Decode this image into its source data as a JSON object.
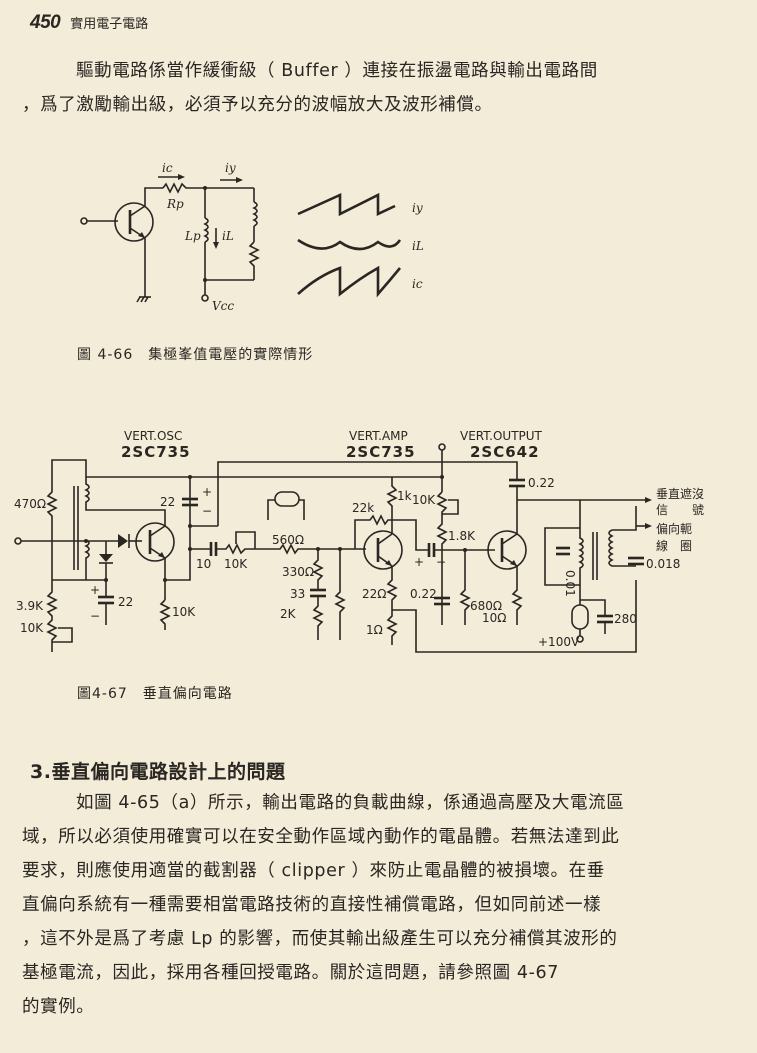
{
  "header": {
    "page_number": "450",
    "book_title": "實用電子電路"
  },
  "intro": {
    "line1": "驅動電路係當作緩衝級（ Buffer ）連接在振盪電路與輸出電路間",
    "line2": "，爲了激勵輸出級，必須予以充分的波幅放大及波形補償。"
  },
  "figure_66": {
    "caption": "圖 4-66　集極峯值電壓的實際情形",
    "labels": {
      "ic_top": "ic",
      "iy_top": "iy",
      "rp": "Rp",
      "lp": "Lp",
      "il": "iL",
      "vcc": "Vcc"
    },
    "waveforms": [
      "iy",
      "iL",
      "ic"
    ]
  },
  "figure_67": {
    "caption": "圖4-67　垂直偏向電路",
    "stages": [
      {
        "role": "VERT.OSC",
        "part": "2SC735"
      },
      {
        "role": "VERT.AMP",
        "part": "2SC735"
      },
      {
        "role": "VERT.OUTPUT",
        "part": "2SC642"
      }
    ],
    "components": {
      "r470": "470Ω",
      "c22a": "22",
      "c22b": "22",
      "r39k": "3.9K",
      "vr10k_a": "10K",
      "r10k_e": "10K",
      "c10": "10",
      "vr10k_b": "10K",
      "r560": "560Ω",
      "r330": "330Ω",
      "c33": "33",
      "vr2k": "2K",
      "r22k": "22k",
      "r1k": "1k",
      "r22": "22Ω",
      "r1": "1Ω",
      "vr10k_c": "10K",
      "r18k": "1.8K",
      "c022a": "0.22",
      "r680": "680Ω",
      "r10": "10Ω",
      "c022b": "0.22",
      "c001": "0.01",
      "c0018": "0.018",
      "c280": "280",
      "v100": "+100V"
    },
    "outputs": [
      {
        "line1": "垂直遮沒",
        "line2": "信　　號"
      },
      {
        "line1": "偏向軛",
        "line2": "線　圈"
      }
    ],
    "polarity": {
      "plus": "+",
      "minus": "−"
    }
  },
  "section": {
    "title": "3.垂直偏向電路設計上的問題",
    "lines": [
      "如圖 4-65（a）所示，輸出電路的負載曲線，係通過高壓及大電流區",
      "域，所以必須使用確實可以在安全動作區域內動作的電晶體。若無法達到此",
      "要求，則應使用適當的截割器（ clipper ）來防止電晶體的被損壞。在垂",
      "直偏向系統有一種需要相當電路技術的直接性補償電路，但如同前述一樣",
      "，這不外是爲了考慮 Lp 的影響，而使其輸出級產生可以充分補償其波形的",
      "基極電流，因此，採用各種回授電路。關於這問題，請參照圖 4-67",
      "的實例。"
    ]
  }
}
